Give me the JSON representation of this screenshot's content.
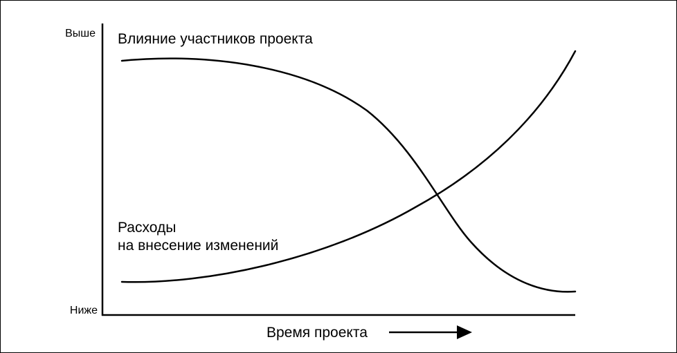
{
  "diagram": {
    "y_axis": {
      "top_label": "Выше",
      "bottom_label": "Ниже"
    },
    "x_axis": {
      "label": "Время проекта"
    },
    "curves": [
      {
        "name": "Влияние участников проекта",
        "trend": "decreasing"
      },
      {
        "name_line1": "Расходы",
        "name_line2": "на внесение изменений",
        "trend": "increasing"
      }
    ],
    "stroke_color": "#000000"
  }
}
